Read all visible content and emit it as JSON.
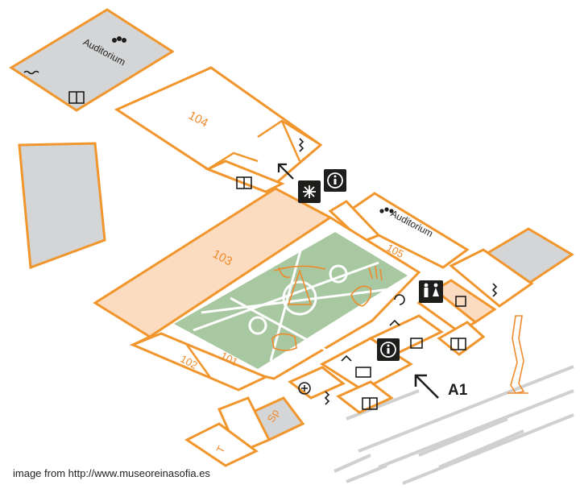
{
  "rooms": {
    "r101": "101",
    "r102": "102",
    "r103": "103",
    "r104": "104",
    "r105": "105",
    "r_sp": "Sp",
    "r_t": "T"
  },
  "auditorium_top": "Auditorium",
  "auditorium_mid": "Auditorium",
  "entrance_label": "A1",
  "credit": "image from http://www.museoreinasofia.es",
  "colors": {
    "wall": "#f0962d",
    "highlight_room": "#fbdcc0",
    "garden": "#a8c8a2",
    "closed_area": "#d4d5d6",
    "icon": "#1d1d1b"
  },
  "icons": [
    "info-icon",
    "info-icon",
    "elevator-icon",
    "stairs-icon",
    "restroom-icon",
    "accessible-restroom-icon",
    "cloakroom-icon",
    "first-aid-icon",
    "ticket-icon",
    "shop-icon",
    "snowflake-icon",
    "audioguide-icon"
  ]
}
